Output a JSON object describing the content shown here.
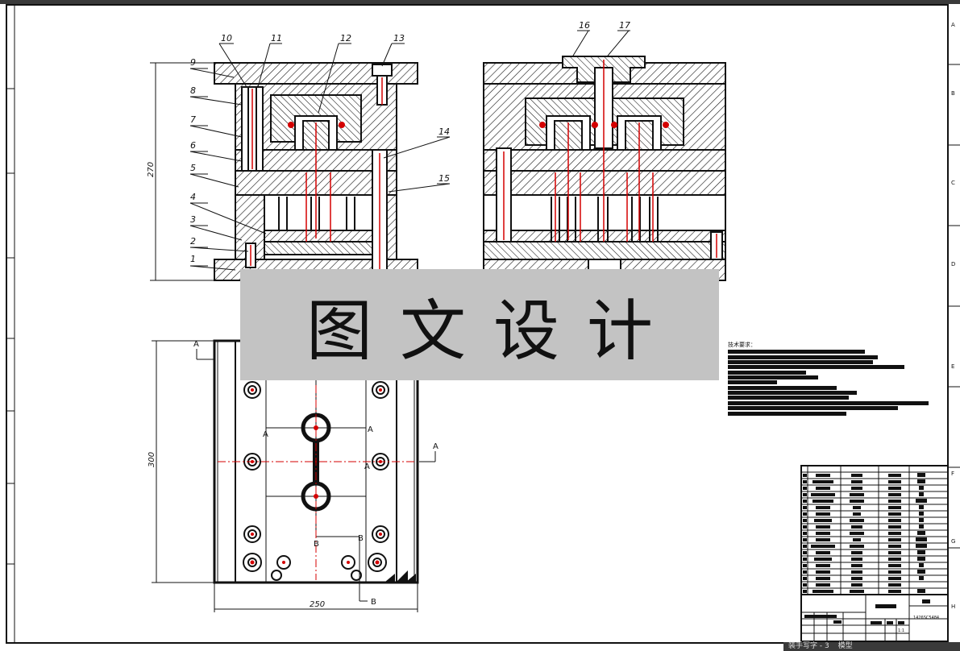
{
  "part_labels": [
    "1",
    "2",
    "3",
    "4",
    "5",
    "6",
    "7",
    "8",
    "9",
    "10",
    "11",
    "12",
    "13",
    "14",
    "15",
    "16",
    "17"
  ],
  "dimensions": {
    "height_top": "270",
    "height_plan": "300",
    "width_plan": "250"
  },
  "section_marks": {
    "a": "A",
    "b": "B"
  },
  "border_letters": [
    "A",
    "B",
    "C",
    "D",
    "E",
    "F",
    "G",
    "H"
  ],
  "tech_requirements_title": "技术要求：",
  "title_block": {
    "drawing_code": "1426SC5484",
    "scale": "1:1"
  },
  "watermark": "图文设计",
  "status_bar": {
    "tab_label": "装手写字 - 3",
    "model_label": "模型"
  },
  "colors": {
    "line": "#111111",
    "red": "#d40000",
    "watermark_bg": "#c3c3c3"
  }
}
